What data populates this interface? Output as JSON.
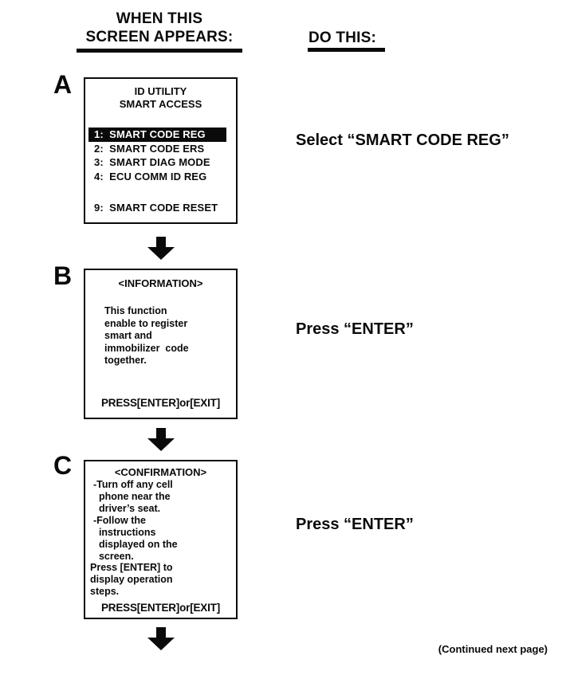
{
  "header": {
    "when_column": "WHEN THIS\nSCREEN APPEARS:",
    "do_column": "DO THIS:"
  },
  "steps": [
    {
      "label": "A",
      "screen": {
        "title": "ID UTILITY\nSMART ACCESS",
        "menu": [
          {
            "label": "1:  SMART CODE REG",
            "highlighted": true
          },
          {
            "label": "2:  SMART CODE ERS",
            "highlighted": false
          },
          {
            "label": "3:  SMART DIAG MODE",
            "highlighted": false
          },
          {
            "label": "4:  ECU COMM ID REG",
            "highlighted": false
          },
          {
            "label": "9:  SMART CODE RESET",
            "highlighted": false
          }
        ]
      },
      "action": "Select “SMART CODE REG”"
    },
    {
      "label": "B",
      "screen": {
        "title": "<INFORMATION>",
        "body": "This function\nenable to register\nsmart and\nimmobilizer  code\ntogether.",
        "footer": "PRESS[ENTER]or[EXIT]"
      },
      "action": "Press “ENTER”"
    },
    {
      "label": "C",
      "screen": {
        "title": "<CONFIRMATION>",
        "bullets": "-Turn off any cell\n  phone near the\n  driver’s seat.\n-Follow the\n  instructions\n  displayed on the\n  screen.",
        "note": "Press [ENTER] to\ndisplay operation\nsteps.",
        "footer": "PRESS[ENTER]or[EXIT]"
      },
      "action": "Press “ENTER”"
    }
  ],
  "continued_note": "(Continued next page)"
}
